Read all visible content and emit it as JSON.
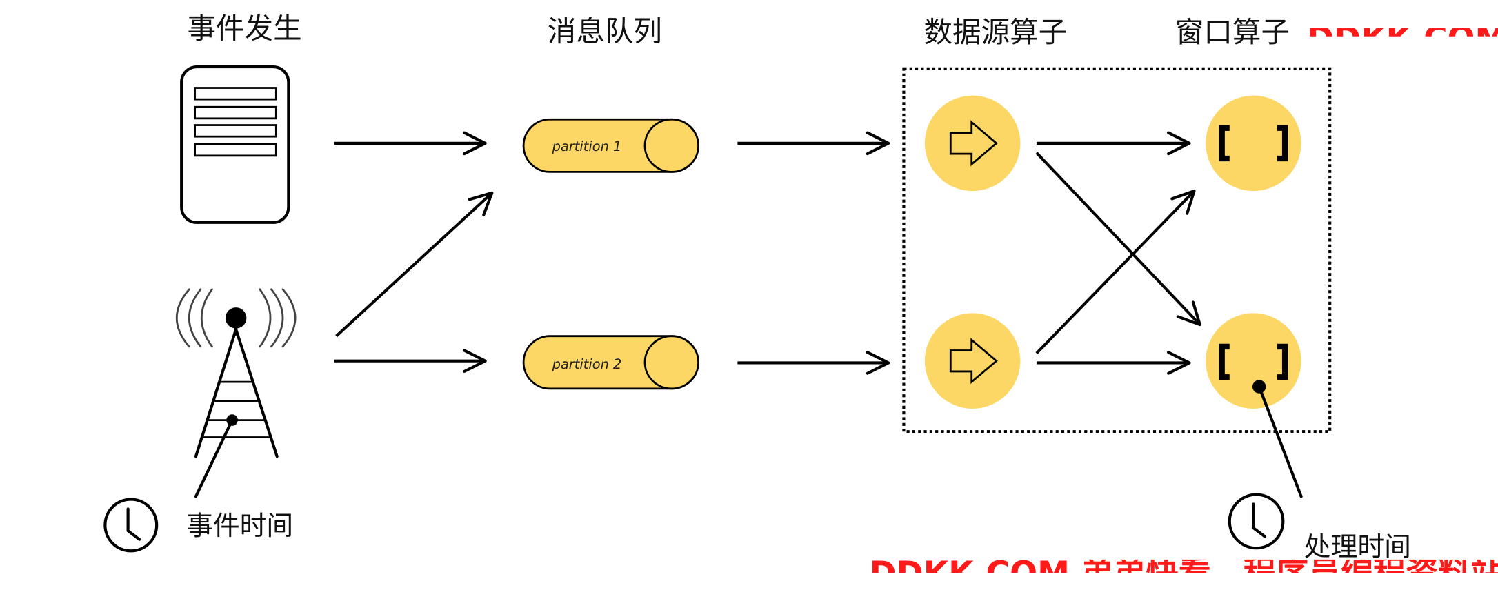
{
  "labels": {
    "event_occur": "事件发生",
    "message_queue": "消息队列",
    "source_operator": "数据源算子",
    "window_operator": "窗口算子",
    "event_time": "事件时间",
    "processing_time": "处理时间"
  },
  "partitions": [
    {
      "label": "partition 1"
    },
    {
      "label": "partition 2"
    }
  ],
  "watermarks": {
    "top": "DDKK.COM",
    "bottom": "DDKK.COM 弟弟快看，程序员编程资料站"
  },
  "icons": {
    "event_source": "server-icon",
    "device_source": "signal-tower-icon",
    "time": "clock-icon",
    "source_op": "hollow-arrow-icon",
    "window_op": "brackets-icon"
  },
  "colors": {
    "accent": "#FDD765",
    "stroke": "#000000",
    "watermark": "#FF1A1A"
  }
}
